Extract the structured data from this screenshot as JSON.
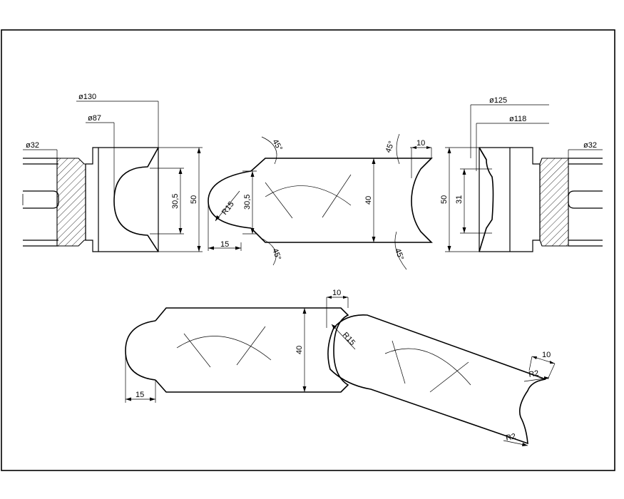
{
  "top_left": {
    "dia_outer": "ø130",
    "dia_inner": "ø87",
    "dia_bore": "ø32",
    "height_groove": "30,5",
    "height_total": "50"
  },
  "top_middle": {
    "angle_tl": "45°",
    "angle_tr": "45°",
    "angle_bl": "45°",
    "angle_br": "45°",
    "radius": "R15",
    "height_bead": "30,5",
    "width_bead": "15",
    "height_total": "40",
    "width_cove": "10"
  },
  "top_right": {
    "dia_outer": "ø125",
    "dia_inner": "ø118",
    "dia_bore": "ø32",
    "height_groove": "31",
    "height_total": "50"
  },
  "bottom_left": {
    "width_bead": "15",
    "height_total": "40",
    "width_cove": "10"
  },
  "bottom_right": {
    "radius": "R15",
    "width_cove": "10",
    "radius_top": "R2",
    "radius_bottom": "R2"
  }
}
